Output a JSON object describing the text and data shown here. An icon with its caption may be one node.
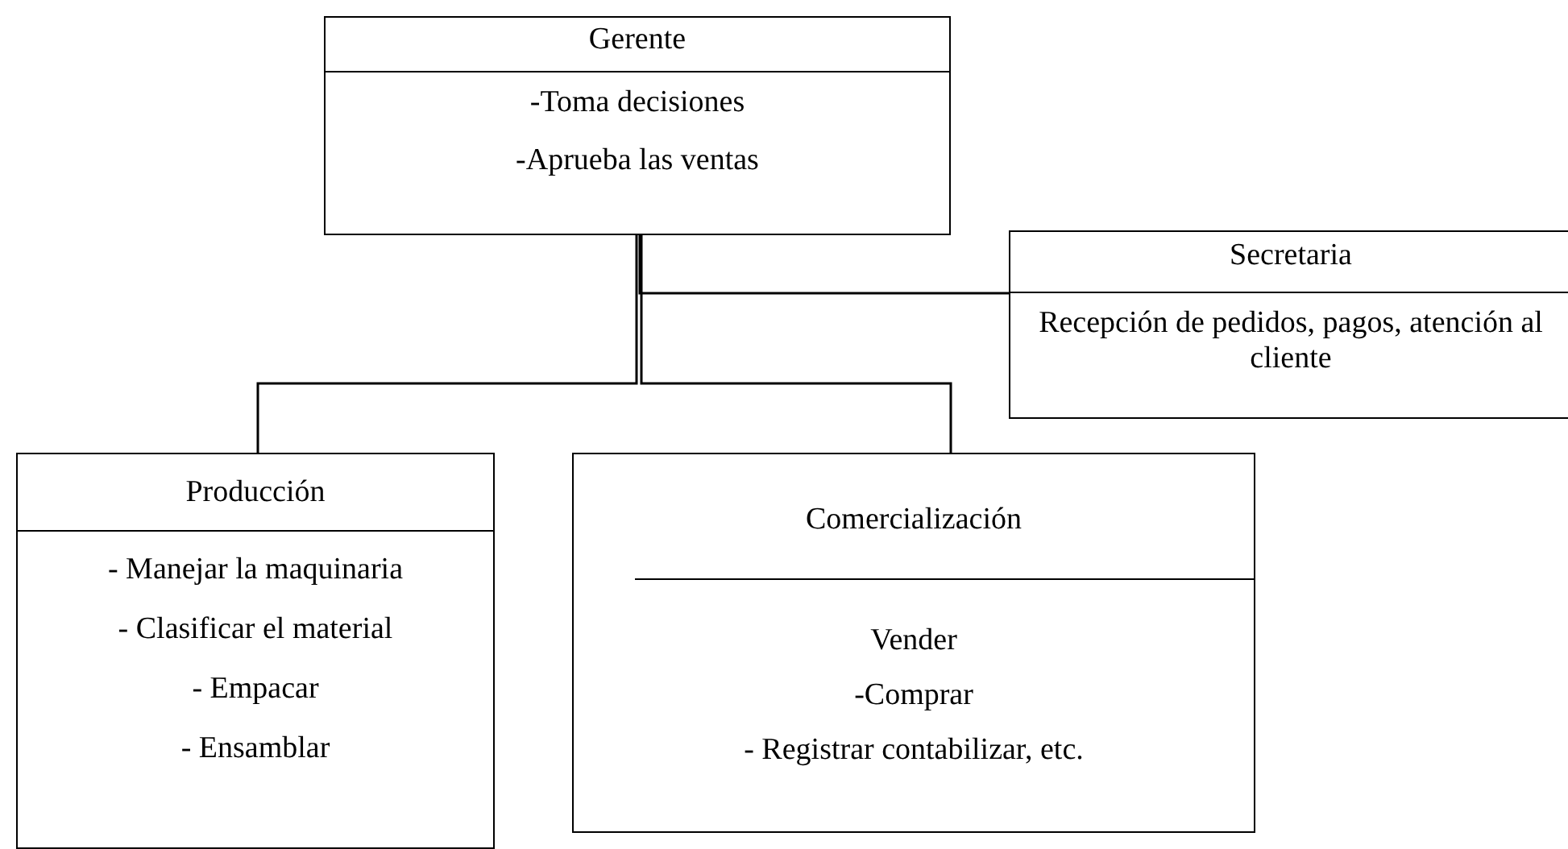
{
  "diagram": {
    "nodes": [
      {
        "text": [
          "Gerente",
          "-Toma decisiones",
          "-Aprueba las ventas"
        ]
      },
      {
        "text": [
          "Secretaria",
          "Recepción de pedidos, pagos, atención al cliente"
        ]
      },
      {
        "text": [
          "Producción",
          "- Manejar la maquinaria",
          "- Clasificar el material",
          "- Empacar",
          "- Ensamblar"
        ]
      },
      {
        "text": [
          "Comercialización",
          "Vender",
          "-Comprar",
          "- Registrar contabilizar, etc."
        ]
      }
    ],
    "edges": [
      {
        "from": 0,
        "to": 1,
        "arrow": "none"
      },
      {
        "from": 0,
        "to": 2,
        "arrow": "none"
      },
      {
        "from": 0,
        "to": 3,
        "arrow": "none"
      }
    ]
  }
}
